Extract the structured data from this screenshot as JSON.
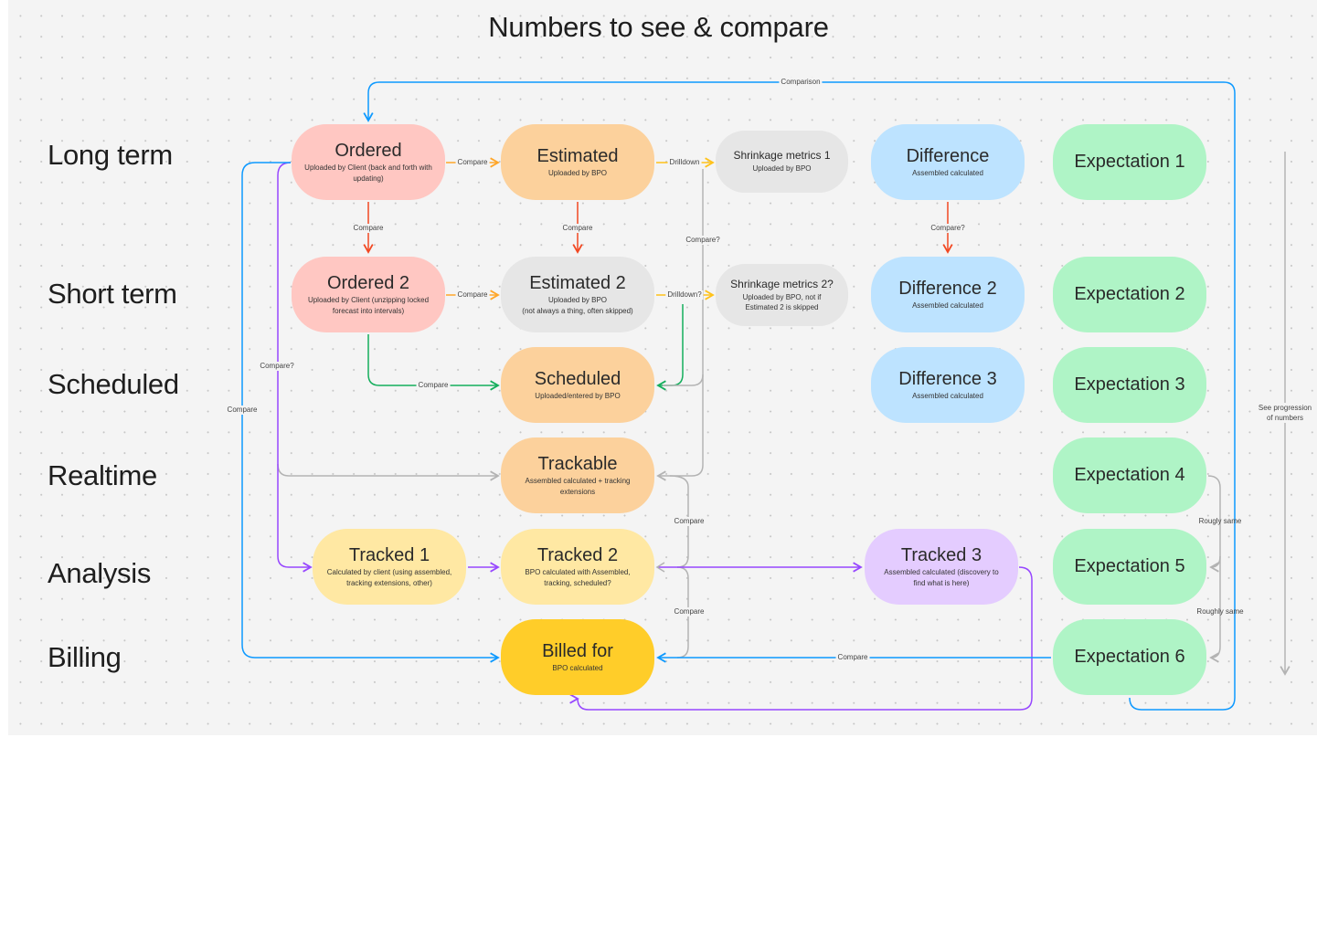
{
  "title": "Numbers to see & compare",
  "row_labels": [
    "Long term",
    "Short term",
    "Scheduled",
    "Realtime",
    "Analysis",
    "Billing"
  ],
  "colors": {
    "canvas": "#f4f4f4",
    "pink": "#ffc7c2",
    "orange": "#fcd19c",
    "grey": "#e6e6e6",
    "blue": "#bde3ff",
    "green": "#aff4c6",
    "light_yellow": "#ffe8a3",
    "yellow": "#ffcd29",
    "purple": "#e4ccff",
    "edge_red": "#f24822",
    "edge_orange": "#ffa629",
    "edge_yellow": "#ffc21a",
    "edge_green": "#14ae5c",
    "edge_grey": "#b3b3b3",
    "edge_blue": "#0d99ff",
    "edge_purple": "#9747ff"
  },
  "nodes": {
    "ordered": {
      "title": "Ordered",
      "sub": "Uploaded by Client (back and forth with updating)"
    },
    "estimated": {
      "title": "Estimated",
      "sub": "Uploaded by BPO"
    },
    "shrinkage1": {
      "title": "Shrinkage metrics 1",
      "sub": "Uploaded by BPO"
    },
    "difference": {
      "title": "Difference",
      "sub": "Assembled calculated"
    },
    "expectation1": {
      "title": "Expectation 1"
    },
    "ordered2": {
      "title": "Ordered 2",
      "sub": "Uploaded by Client (unzipping locked forecast into intervals)"
    },
    "estimated2": {
      "title": "Estimated 2",
      "sub": "Uploaded by BPO",
      "sub2": "(not always a thing, often skipped)"
    },
    "shrinkage2": {
      "title": "Shrinkage metrics 2?",
      "sub": "Uploaded by BPO, not if Estimated 2 is skipped"
    },
    "difference2": {
      "title": "Difference 2",
      "sub": "Assembled calculated"
    },
    "expectation2": {
      "title": "Expectation 2"
    },
    "scheduled": {
      "title": "Scheduled",
      "sub": "Uploaded/entered by BPO"
    },
    "difference3": {
      "title": "Difference 3",
      "sub": "Assembled calculated"
    },
    "expectation3": {
      "title": "Expectation 3"
    },
    "trackable": {
      "title": "Trackable",
      "sub": "Assembled calculated + tracking extensions"
    },
    "expectation4": {
      "title": "Expectation 4"
    },
    "tracked1": {
      "title": "Tracked 1",
      "sub": "Calculated by client (using assembled, tracking extensions, other)"
    },
    "tracked2": {
      "title": "Tracked 2",
      "sub": "BPO calculated with Assembled, tracking, scheduled?"
    },
    "tracked3": {
      "title": "Tracked 3",
      "sub": "Assembled calculated (discovery to find what is here)"
    },
    "expectation5": {
      "title": "Expectation 5"
    },
    "billed": {
      "title": "Billed for",
      "sub": "BPO calculated"
    },
    "expectation6": {
      "title": "Expectation 6"
    }
  },
  "edge_labels": {
    "comparison_top": "Comparison",
    "ordered_estimated": "Compare",
    "estimated_shrinkage1": "Drilldown",
    "ordered_ordered2": "Compare",
    "estimated_estimated2": "Compare",
    "difference_difference2": "Compare?",
    "grey_compare_q": "Compare?",
    "ordered2_estimated2": "Compare",
    "estimated2_shrinkage2": "Drilldown?",
    "ordered2_scheduled": "Compare",
    "purple_compare_q": "Compare?",
    "blue_compare_left": "Compare",
    "grey_compare_mid1": "Compare",
    "grey_compare_mid2": "Compare",
    "expectation6_billed": "Compare",
    "roughly_same_1": "Rougly same",
    "roughly_same_2": "Roughly same",
    "progression": "See progression of numbers"
  }
}
